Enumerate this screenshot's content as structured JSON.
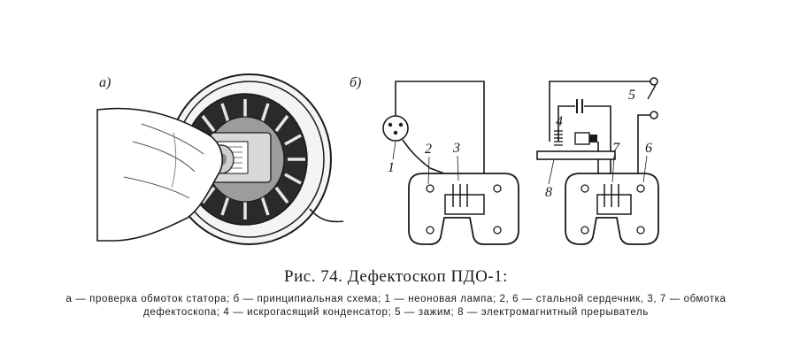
{
  "figure": {
    "panel_a_label": "а)",
    "panel_b_label": "б)",
    "callouts": {
      "n1": "1",
      "n2": "2",
      "n3": "3",
      "n4": "4",
      "n5": "5",
      "n6": "6",
      "n7": "7",
      "n8": "8"
    }
  },
  "caption": {
    "title": "Рис. 74. Дефектоскоп ПДО-1:",
    "text": "а — проверка обмоток статора; б — принципиальная схема; 1 — неоновая лампа; 2, 6 — стальной сердечник, 3, 7 — обмотка дефектоскопа; 4 — искрогасящий конденсатор; 5 — зажим; 8 — электромагнитный прерыватель"
  }
}
